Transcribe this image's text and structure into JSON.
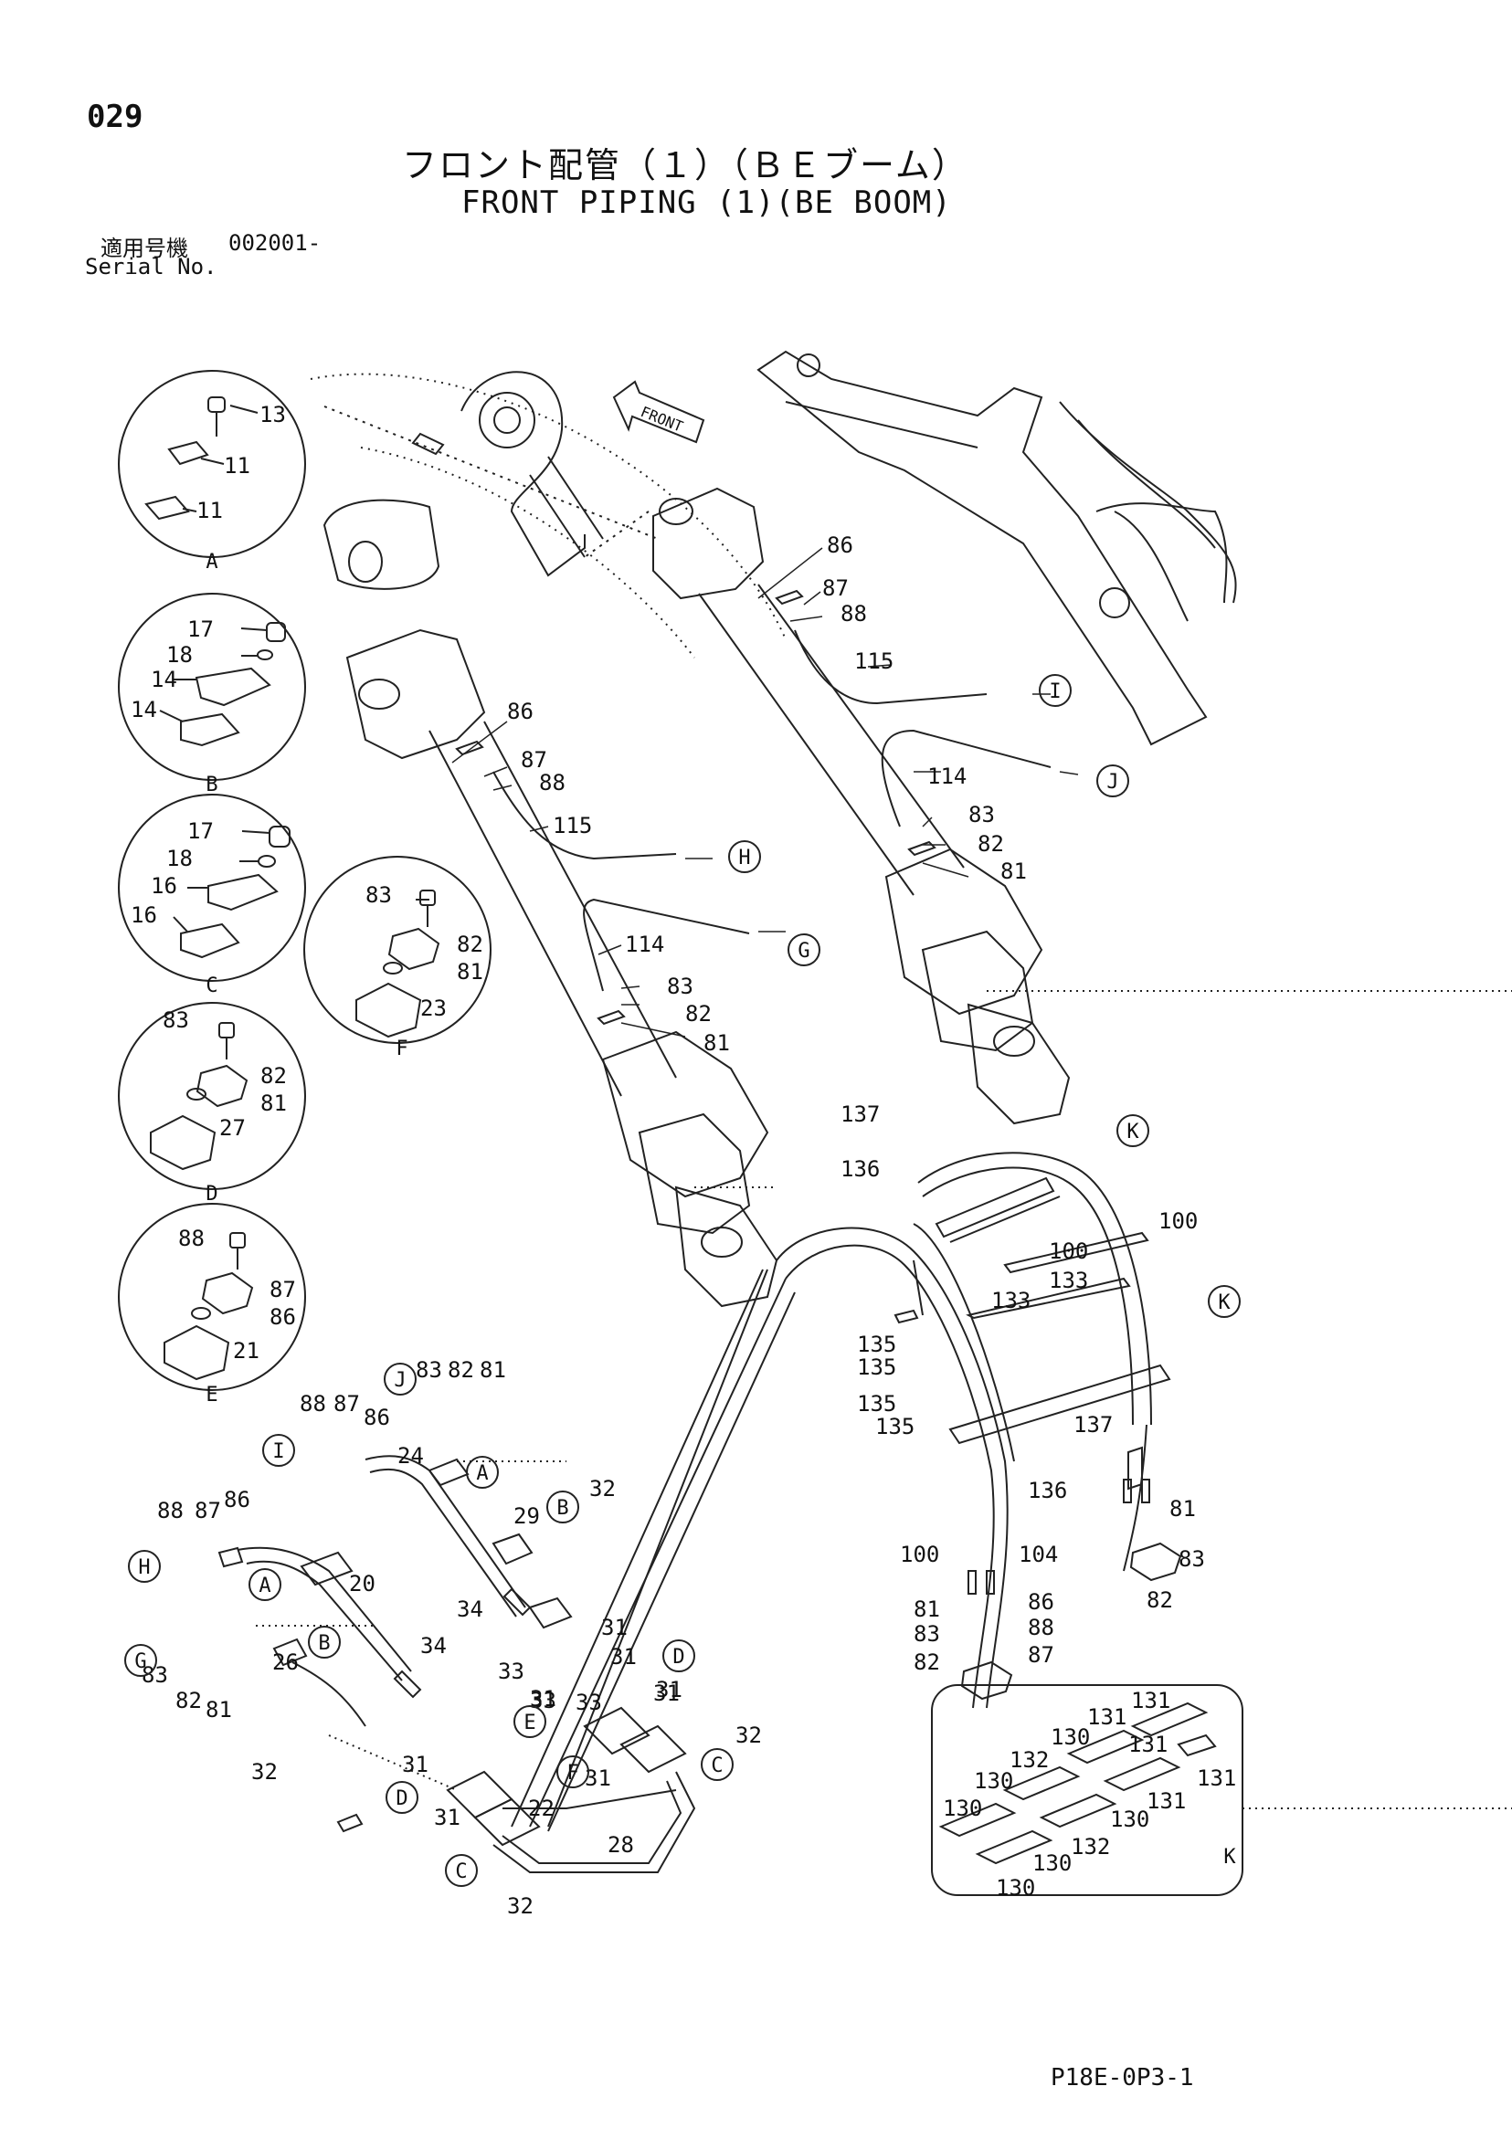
{
  "page": {
    "number": "029",
    "title_jp": "フロント配管（１）（ＢＥブーム）",
    "title_en": "FRONT PIPING (1)(BE BOOM)",
    "serial_label_jp": "適用号機",
    "serial_number": "002001-",
    "serial_label_en": "Serial No.",
    "footer_code": "P18E-0P3-1"
  },
  "diagram": {
    "front_label": "FRONT",
    "detail_circles": [
      {
        "id": "A",
        "parts": [
          "13",
          "11",
          "11"
        ]
      },
      {
        "id": "B",
        "parts": [
          "17",
          "18",
          "14",
          "14"
        ]
      },
      {
        "id": "C",
        "parts": [
          "17",
          "18",
          "16",
          "16"
        ]
      },
      {
        "id": "D",
        "parts": [
          "83",
          "82",
          "81",
          "27"
        ]
      },
      {
        "id": "E",
        "parts": [
          "88",
          "87",
          "86",
          "21"
        ]
      },
      {
        "id": "F",
        "parts": [
          "83",
          "82",
          "81",
          "23"
        ]
      }
    ],
    "connection_markers": [
      "A",
      "B",
      "C",
      "D",
      "E",
      "F",
      "G",
      "H",
      "I",
      "J",
      "K"
    ],
    "detail_k_label": "K"
  }
}
